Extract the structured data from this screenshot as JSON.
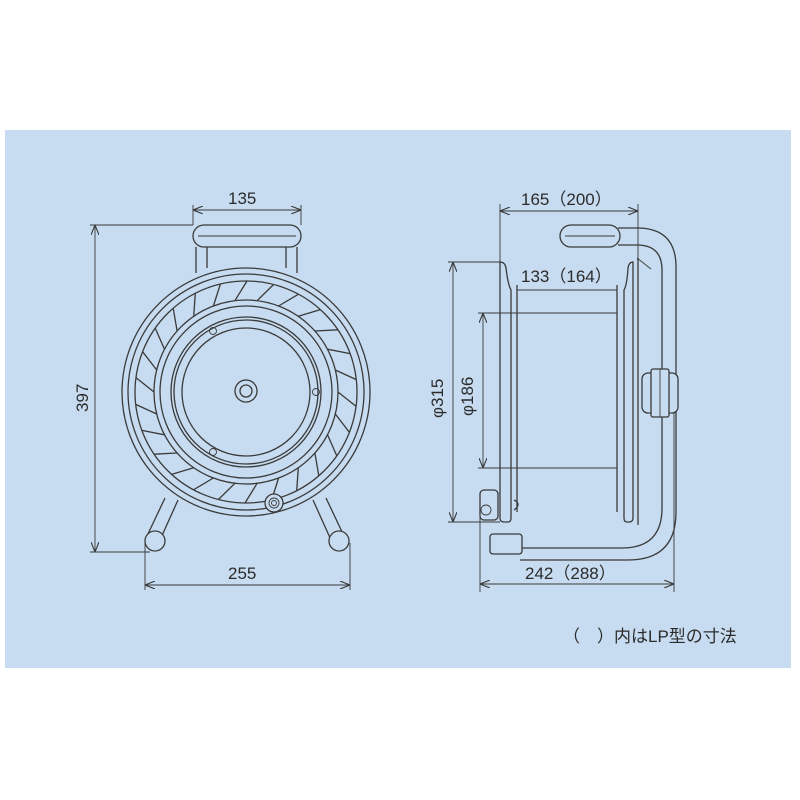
{
  "figure": {
    "title": "Cord reel dimension drawing",
    "background_color": "#c7dcf0",
    "line_color": "#3a3a3a"
  },
  "front_view": {
    "dimensions": {
      "handle_width": "135",
      "overall_height": "397",
      "foot_width": "255"
    }
  },
  "side_view": {
    "dimensions": {
      "overall_depth": "165（200）",
      "drum_width": "133（164）",
      "flange_diameter": "φ315",
      "drum_diameter": "φ186",
      "base_depth": "242（288）"
    }
  },
  "note": {
    "text": "（　）内はLP型の寸法"
  }
}
